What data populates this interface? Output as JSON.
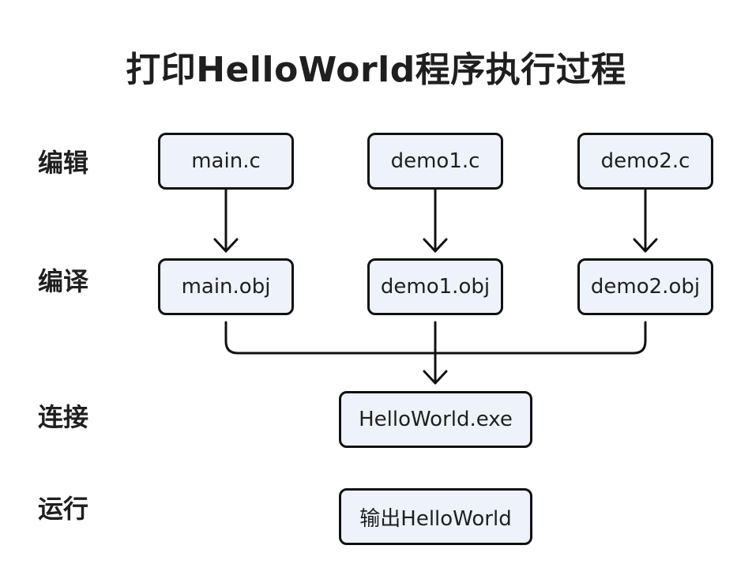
{
  "title": "打印HelloWorld程序执行过程",
  "stages": {
    "edit": "编辑",
    "compile": "编译",
    "link": "连接",
    "run": "运行"
  },
  "nodes": {
    "main_c": "main.c",
    "demo1_c": "demo1.c",
    "demo2_c": "demo2.c",
    "main_obj": "main.obj",
    "demo1_obj": "demo1.obj",
    "demo2_obj": "demo2.obj",
    "exe": "HelloWorld.exe",
    "output": "输出HelloWorld"
  },
  "colors": {
    "node_fill": "#eef3fb",
    "node_border": "#111111",
    "arrow": "#111111"
  }
}
